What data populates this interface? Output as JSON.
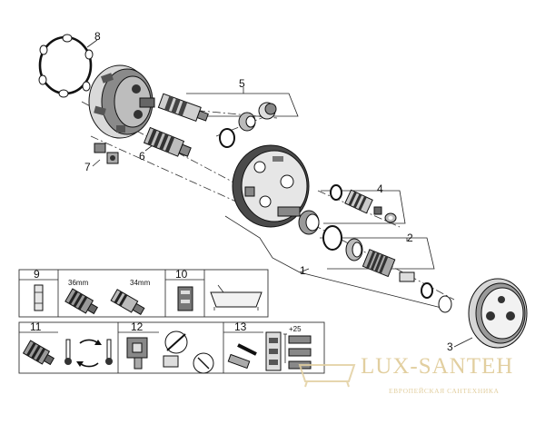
{
  "callouts": {
    "n1": "1",
    "n2": "2",
    "n3": "3",
    "n4": "4",
    "n5": "5",
    "n6": "6",
    "n7": "7",
    "n8": "8"
  },
  "spares_table": {
    "row1": {
      "n9": "9",
      "size_a": "36mm",
      "size_b": "34mm",
      "n10": "10"
    },
    "row2": {
      "n11": "11",
      "n12": "12",
      "n13": "13",
      "dim": "+25"
    }
  },
  "watermark": {
    "brand": "LUX-SANTEH",
    "tagline": "ЕВРОПЕЙСКАЯ САНТЕХНИКА",
    "color": "#e2cfa0"
  },
  "colors": {
    "line": "#222222",
    "part_fill": "#6e6e6e",
    "part_light": "#cfcfcf",
    "part_dark": "#2a2a2a"
  }
}
